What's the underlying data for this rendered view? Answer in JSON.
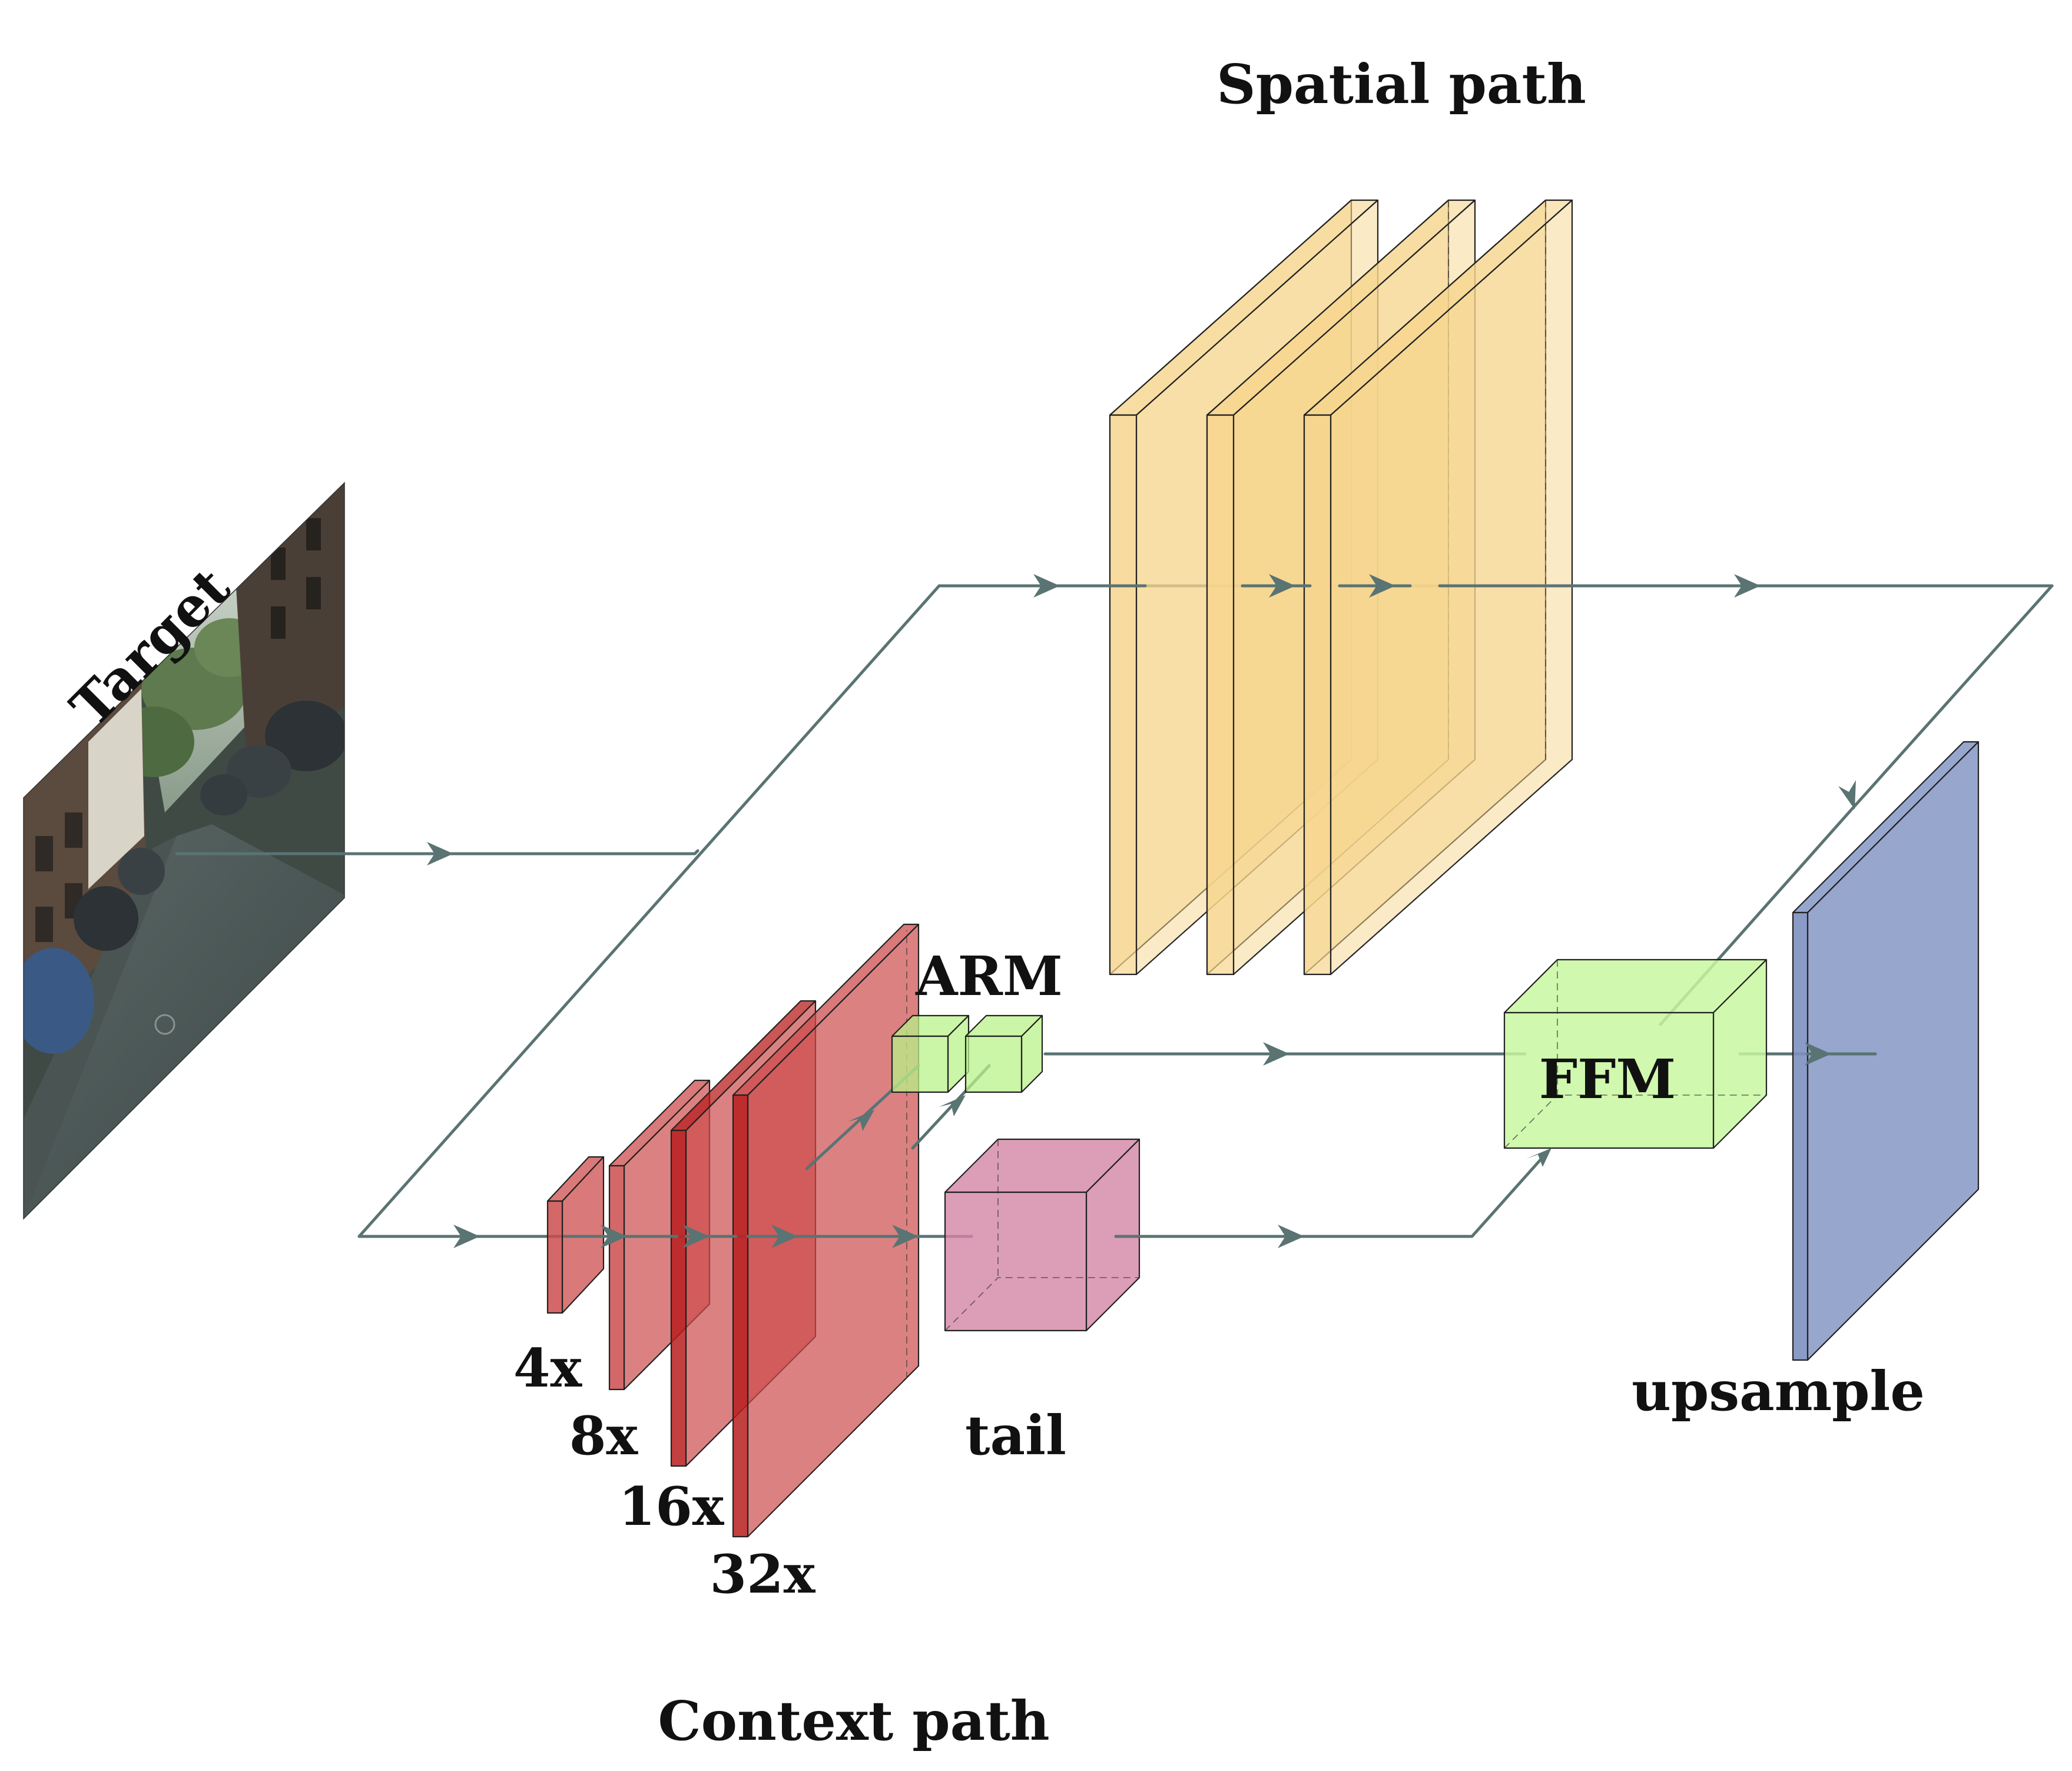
{
  "labels": {
    "target": "Target",
    "spatial_path": "Spatial path",
    "context_path": "Context path",
    "arm": "ARM",
    "ffm": "FFM",
    "tail": "tail",
    "upsample": "upsample",
    "scale_4x": "4x",
    "scale_8x": "8x",
    "scale_16x": "16x",
    "scale_32x": "32x"
  },
  "colors": {
    "arrow": "#5a7373",
    "spatial_block": "#f6d68e",
    "context_block": "#cd4c4c",
    "context_block_dark": "#b81e1e",
    "arm_block": "#b9f28a",
    "ffm_block": "#c8f7a0",
    "tail_block": "#d384a5",
    "upsample_block": "#7d90c0"
  },
  "icons": {
    "target_image": "street-scene-photo"
  }
}
